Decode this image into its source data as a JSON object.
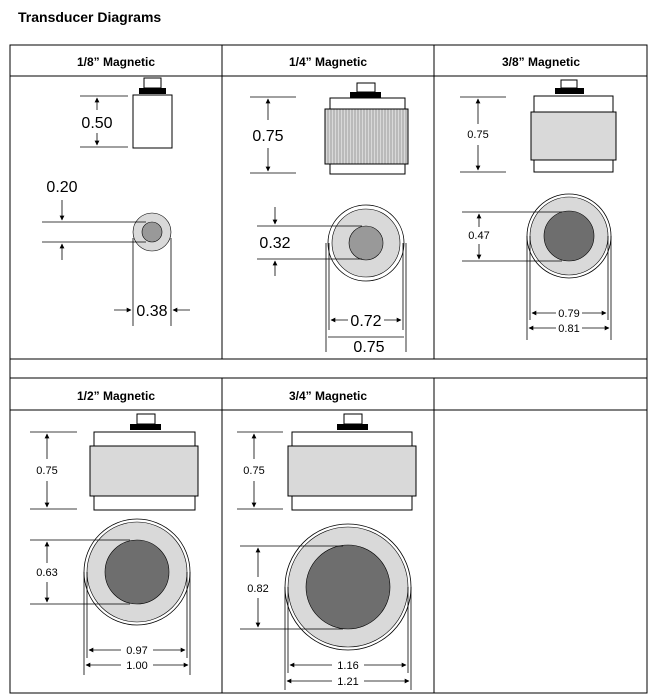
{
  "title": "Transducer Diagrams",
  "cells": {
    "c18": {
      "header": "1/8” Magnetic",
      "height": "0.50",
      "inner": "0.20",
      "outer": "0.38"
    },
    "c14": {
      "header": "1/4” Magnetic",
      "height": "0.75",
      "inner": "0.32",
      "dia_inner": "0.72",
      "dia_outer": "0.75"
    },
    "c38": {
      "header": "3/8” Magnetic",
      "height": "0.75",
      "inner": "0.47",
      "dia_inner": "0.79",
      "dia_outer": "0.81"
    },
    "c12": {
      "header": "1/2” Magnetic",
      "height": "0.75",
      "inner": "0.63",
      "dia_inner": "0.97",
      "dia_outer": "1.00"
    },
    "c34": {
      "header": "3/4” Magnetic",
      "height": "0.75",
      "inner": "0.82",
      "dia_inner": "1.16",
      "dia_outer": "1.21"
    }
  },
  "colors": {
    "face": "#d9d9d9",
    "core": "#6e6e6e",
    "core_light": "#999999",
    "line": "#000000"
  }
}
